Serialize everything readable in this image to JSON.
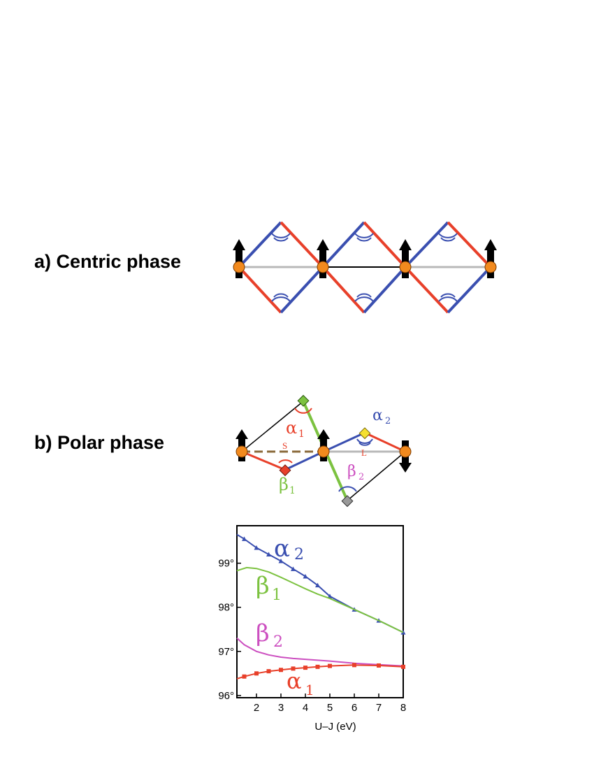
{
  "panels": {
    "a_label": "a) Centric phase",
    "b_label": "b) Polar phase"
  },
  "diagram_b": {
    "alpha1": "α",
    "alpha1_sub": "1",
    "alpha2": "α",
    "alpha2_sub": "2",
    "beta1": "β",
    "beta1_sub": "1",
    "beta2": "β",
    "beta2_sub": "2",
    "short_bond": "S",
    "long_bond": "L"
  },
  "colors": {
    "blue": "#3a4fb0",
    "red": "#e8402a",
    "green": "#7cc240",
    "magenta": "#cc4fc0",
    "orange": "#f28a1e",
    "gray": "#b8b8b8"
  },
  "chart_data": {
    "type": "line",
    "xlabel": "U–J (eV)",
    "ylabel": "",
    "xlim": [
      1.2,
      8
    ],
    "ylim": [
      95.95,
      99.85
    ],
    "xticks": [
      2,
      3,
      4,
      5,
      6,
      7,
      8
    ],
    "xtick_labels": [
      "2",
      "3",
      "4",
      "5",
      "6",
      "7",
      "8"
    ],
    "yticks": [
      96,
      97,
      98,
      99
    ],
    "ytick_labels": [
      "96°",
      "97°",
      "98°",
      "99°"
    ],
    "series": [
      {
        "name": "α2",
        "label": "α",
        "sub": "2",
        "color": "#3a4fb0",
        "marker": "triangle",
        "x": [
          1.2,
          1.5,
          2,
          2.5,
          3,
          3.5,
          4,
          4.5,
          5,
          6,
          7,
          8
        ],
        "y": [
          99.65,
          99.55,
          99.35,
          99.2,
          99.05,
          98.87,
          98.7,
          98.5,
          98.25,
          97.95,
          97.7,
          97.43
        ]
      },
      {
        "name": "β1",
        "label": "β",
        "sub": "1",
        "color": "#7cc240",
        "marker": "none",
        "x": [
          1.2,
          1.6,
          2,
          2.5,
          3,
          3.5,
          4,
          4.5,
          5,
          6,
          7,
          8
        ],
        "y": [
          98.83,
          98.9,
          98.88,
          98.8,
          98.68,
          98.55,
          98.42,
          98.3,
          98.2,
          97.95,
          97.7,
          97.43
        ]
      },
      {
        "name": "β2",
        "label": "β",
        "sub": "2",
        "color": "#cc4fc0",
        "marker": "none",
        "x": [
          1.2,
          1.5,
          2,
          2.5,
          3,
          3.5,
          4,
          5,
          6,
          7,
          8
        ],
        "y": [
          97.3,
          97.15,
          97.0,
          96.92,
          96.87,
          96.84,
          96.82,
          96.78,
          96.73,
          96.7,
          96.67
        ]
      },
      {
        "name": "α1",
        "label": "α",
        "sub": "1",
        "color": "#e8402a",
        "marker": "square",
        "x": [
          1.2,
          1.5,
          2,
          2.5,
          3,
          3.5,
          4,
          4.5,
          5,
          6,
          7,
          8
        ],
        "y": [
          96.38,
          96.43,
          96.5,
          96.55,
          96.58,
          96.61,
          96.63,
          96.65,
          96.67,
          96.69,
          96.68,
          96.65
        ]
      }
    ]
  }
}
